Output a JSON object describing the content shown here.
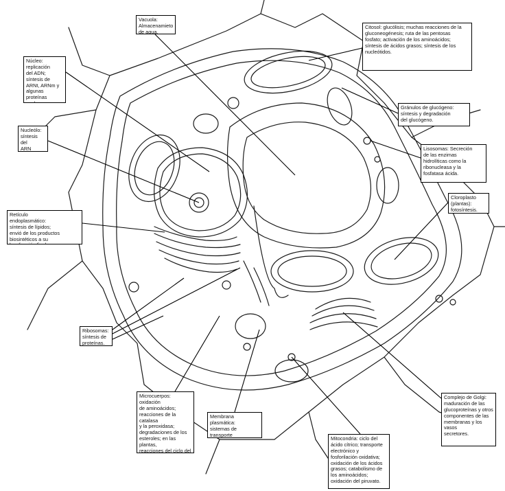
{
  "labels": {
    "vacuola": "Vacuola:\nAlmacenamieto\nde agua.",
    "citosol": "Citosol: glucólisis; muchas reacciones de la\ngluconeogénesis; ruta de las pentosas\nfosfato; activación de los aminoácidos;\nsíntesis de ácidos grasos; síntesis de los\nnucleótidos.",
    "nucleo": "Núcleo: replicación\ndel ADN; síntesis de\nARNt, ARNm y\nalgunas proteínas\nnucleares.",
    "glucogeno": "Gránulos de glucógeno:\nsíntesis y degradación\ndel glucógeno.",
    "nucleolo": "Nucleólo:\nsíntesis del\nARN\nribosómico",
    "lisosomas": "Lisosomas: Secreción\nde las enzimas\nhidrolíticas como la\nribonucleasa y la\nfosfatasa ácida.",
    "cloroplasto": "Cloroplasto\n(plantas):\nfotosíntesis.",
    "reticulo": "Retículo\nendoplasmático:\nsíntesis de lípidos;\nenvió de los productos\nbiosintéticos a su\nlocalización final.",
    "ribosomas": "Ribosomas:\nsíntesis de\nproteínas.",
    "golgi": "Complejo de Golgi:\nmaduración de las\nglucoproteínas y otros\ncomponentes de las\nmembranas y los vasos\nsecretores.",
    "microcuerpos": "Microcuerpos: oxidación\nde aminoácidos;\nreacciones de la catalasa\ny la peroxidasa;\ndegradaciones de los\nesteroles; en las plantas,\nreacciones del ciclo del\ngloxilato.",
    "membrana": "Membrana plasmática:\nsistemas de transporte\ndependientes de energía.",
    "mitocondria": "Mitocondria: ciclo del\nácido cítrico; transporte\nelectrónico y\nfosforilación oxidativa;\noxidación de los ácidos\ngrasos; catabolismo de\nlos aminoácidos;\noxidación del piruvato."
  },
  "colors": {
    "stroke": "#1a1a1a",
    "background": "#ffffff",
    "label_border": "#000000"
  }
}
